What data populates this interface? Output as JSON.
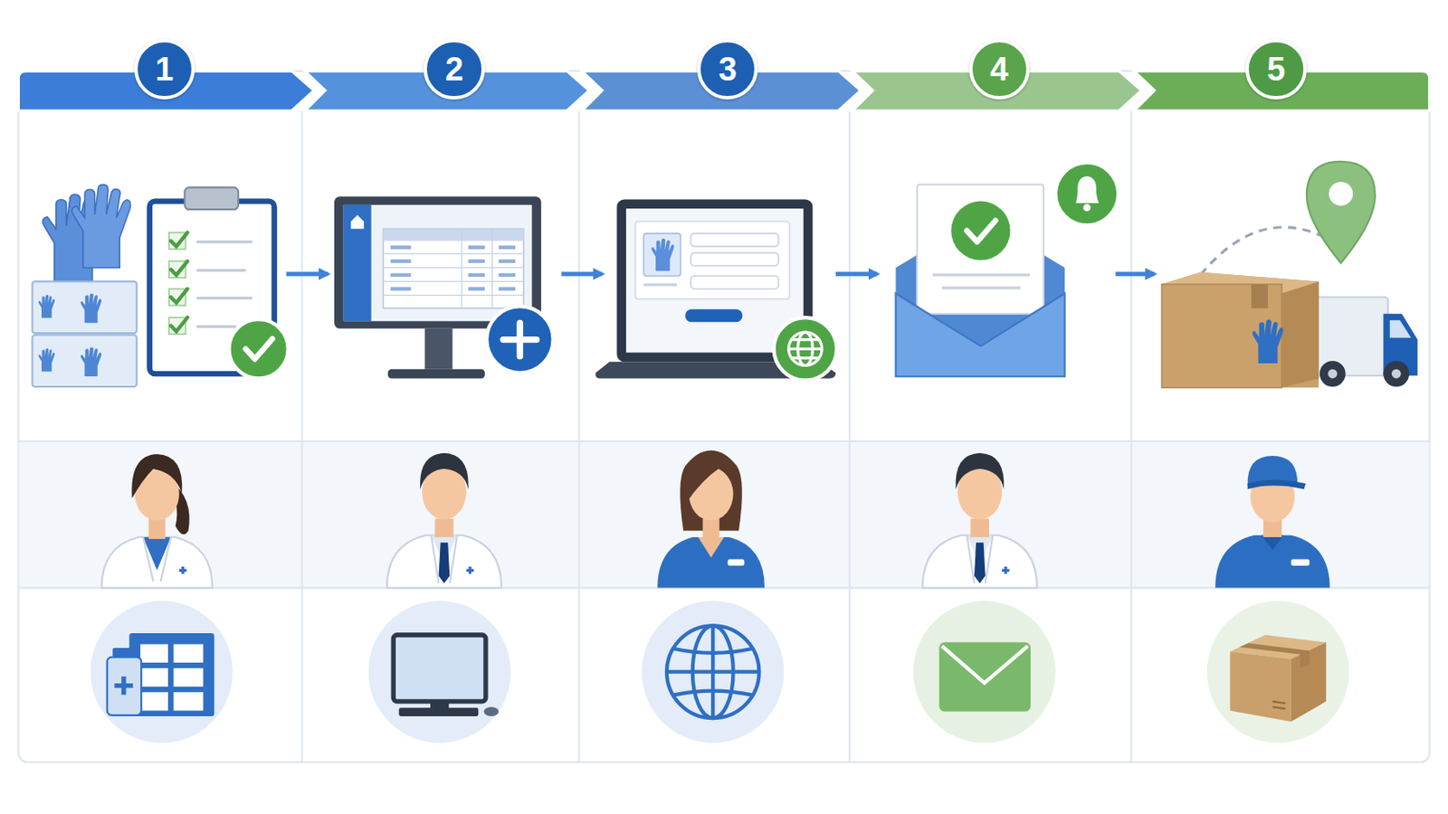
{
  "diagram": {
    "nodes": [
      {
        "text": [
          "1"
        ]
      },
      {
        "text": [
          "2"
        ]
      },
      {
        "text": [
          "3"
        ]
      },
      {
        "text": [
          "4"
        ]
      },
      {
        "text": [
          "5"
        ]
      }
    ],
    "edges": [
      {
        "from": 0,
        "to": 1,
        "arrow": "to"
      },
      {
        "from": 1,
        "to": 2,
        "arrow": "to"
      },
      {
        "from": 2,
        "to": 3,
        "arrow": "to"
      },
      {
        "from": 3,
        "to": 4,
        "arrow": "to"
      }
    ]
  }
}
